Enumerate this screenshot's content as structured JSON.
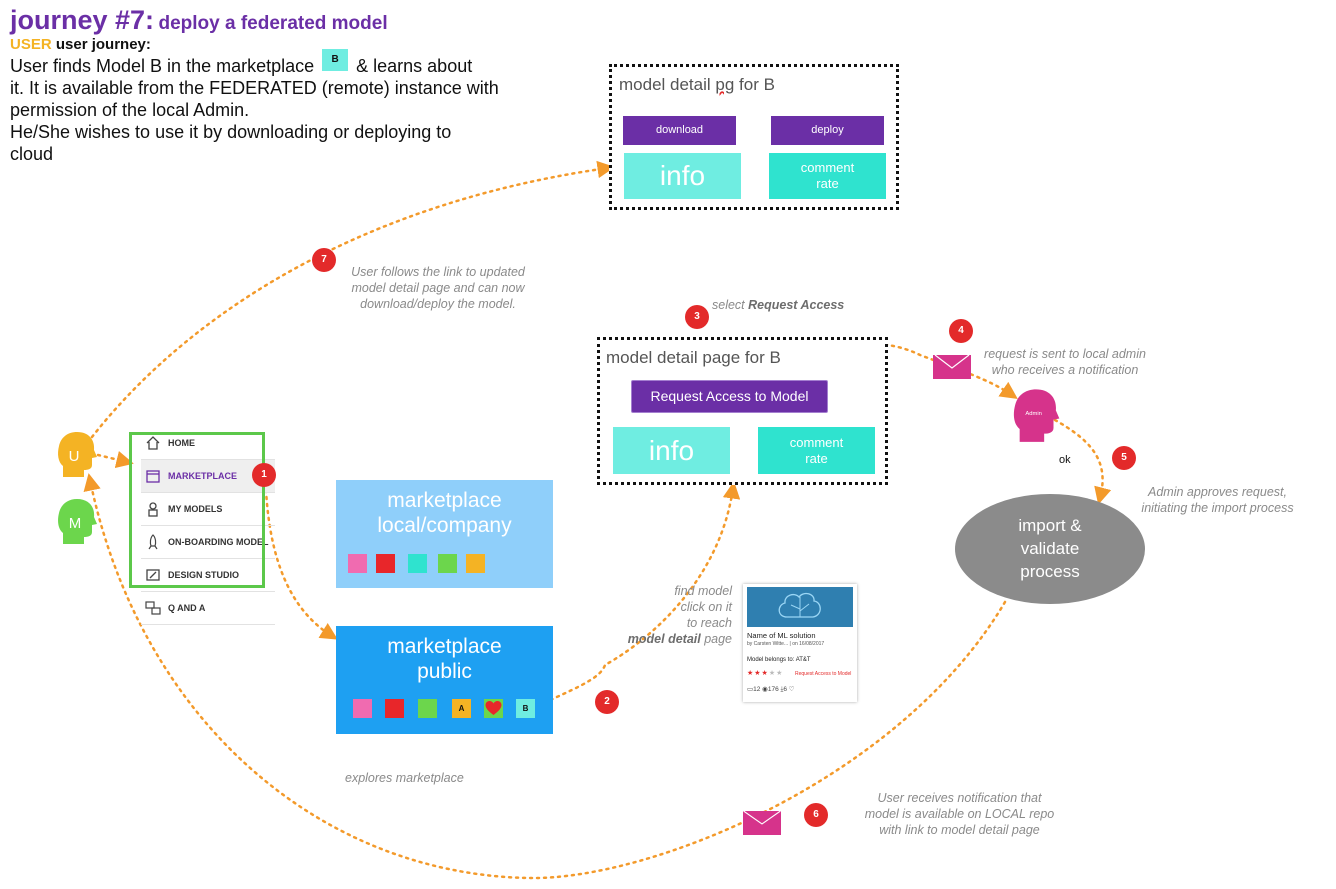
{
  "title": {
    "main": "journey #7:",
    "sub": "deploy a federated model"
  },
  "role_line": {
    "role": "USER",
    "label": "user journey:"
  },
  "intro": {
    "line1_a": "User finds Model B in the marketplace",
    "badge": "B",
    "line1_b": "& learns about",
    "line2": "it. It is available from the FEDERATED (remote) instance with",
    "line3": "permission of the local Admin.",
    "line4": "He/She wishes to use it by downloading or deploying to",
    "line5": "cloud"
  },
  "top_panel": {
    "title_a": "model detail ",
    "title_misspelled": "pg",
    "title_b": " for B",
    "download": "download",
    "deploy": "deploy",
    "info": "info",
    "comment": "comment",
    "rate": "rate"
  },
  "mid_panel": {
    "title": "model detail page for B",
    "request_button": "Request Access to Model",
    "info": "info",
    "comment": "comment",
    "rate": "rate"
  },
  "nav": {
    "items": [
      {
        "label": "HOME",
        "icon": "home-icon"
      },
      {
        "label": "MARKETPLACE",
        "icon": "store-icon"
      },
      {
        "label": "MY MODELS",
        "icon": "robot-icon"
      },
      {
        "label": "ON-BOARDING MODEL",
        "icon": "rocket-icon"
      },
      {
        "label": "DESIGN STUDIO",
        "icon": "design-icon"
      },
      {
        "label": "Q AND A",
        "icon": "qa-icon"
      }
    ]
  },
  "market_local": {
    "line1": "marketplace",
    "line2": "local/company"
  },
  "market_public": {
    "line1": "marketplace",
    "line2": "public",
    "badge_a": "A",
    "badge_b": "B"
  },
  "users": {
    "u": "U",
    "m": "M",
    "admin": "Admin"
  },
  "import_process": {
    "line1": "import  &",
    "line2": "validate",
    "line3": "process"
  },
  "markers": [
    "1",
    "2",
    "3",
    "4",
    "5",
    "6",
    "7"
  ],
  "notes": {
    "step7": [
      "User follows the link to updated",
      "model detail page and can now",
      "download/deploy the model."
    ],
    "step3_a": "select ",
    "step3_b": "Request Access",
    "step4": [
      "request is sent to local admin",
      "who receives a notification"
    ],
    "ok": "ok",
    "step5": [
      "Admin approves request,",
      "initiating the import process"
    ],
    "find": [
      "find model",
      "click on it",
      "to reach"
    ],
    "find_bold": "model detail",
    "find_tail": " page",
    "explores": "explores marketplace",
    "step6": [
      "User receives notification that",
      "model is available on LOCAL repo",
      "with link to model detail page"
    ]
  },
  "card": {
    "name": "Name of ML solution",
    "author": "by Carsten Witte...  | on 16/08/2017",
    "owner": "Model belongs to: AT&T",
    "stars": "★★★",
    "stars_empty": "★★",
    "request": "Request Access to Model",
    "stats": "▭12    ◉176    ⤓6         ♡"
  },
  "colors": {
    "purple": "#6b2fa6",
    "orange": "#f39a2b",
    "teal_light": "#6fede1",
    "teal": "#2fe3cf",
    "marker_red": "#e32a2a",
    "user_yellow": "#f4b324",
    "user_green": "#6cd64c",
    "admin_pink": "#d6338b",
    "local_market": "#8fcffa",
    "public_market": "#1ea0f2",
    "process_gray": "#8b8b8b"
  }
}
